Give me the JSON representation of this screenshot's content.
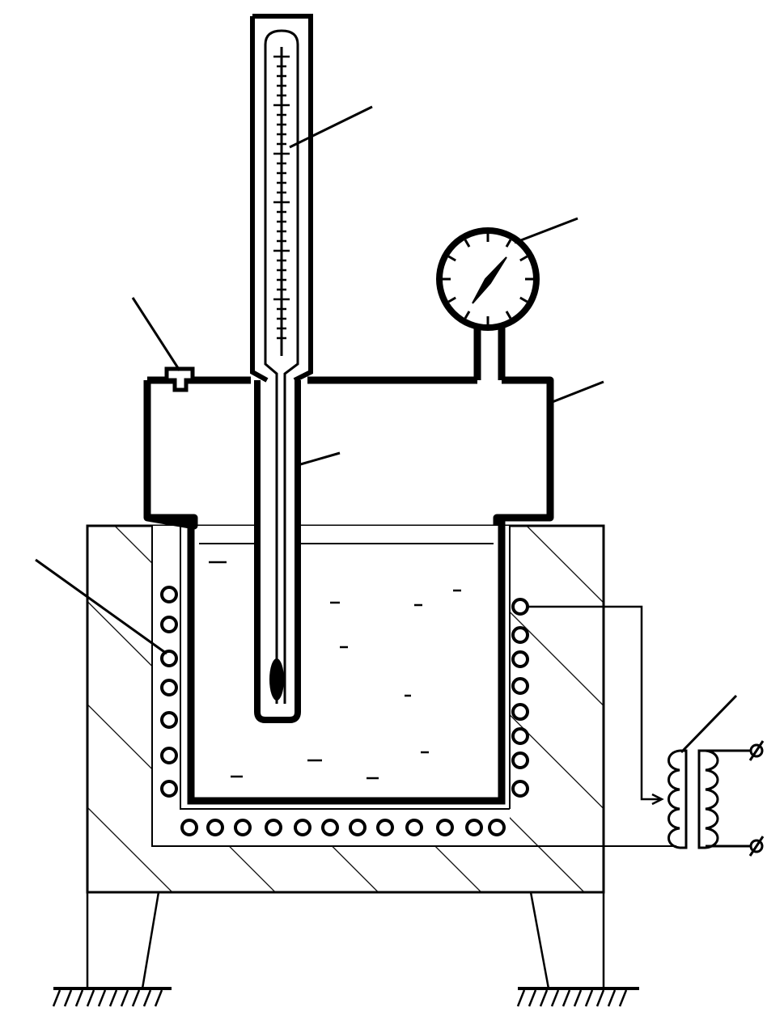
{
  "diagram": {
    "kind": "apparatus-sketch",
    "ink_color": "#000000",
    "paper_color": "#ffffff",
    "components": [
      "thermometer",
      "thermometer-well",
      "pressure-gauge",
      "pressure-vessel-lid",
      "stopcock-valve",
      "liquid-chamber",
      "insulated-jacket",
      "heating-coil",
      "variable-transformer",
      "terminal-top",
      "terminal-bottom",
      "support-legs"
    ],
    "leader_lines": 7,
    "labels_printed": []
  }
}
